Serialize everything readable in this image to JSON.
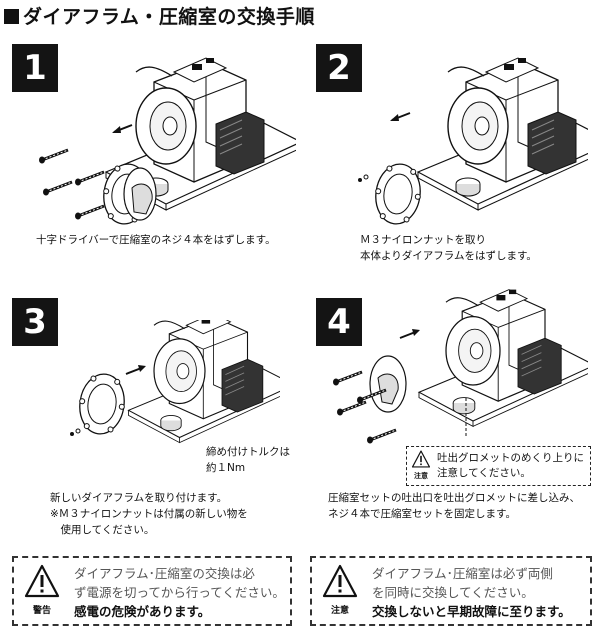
{
  "page": {
    "title": "ダイアフラム・圧縮室の交換手順"
  },
  "steps": [
    {
      "number": "1",
      "caption_lines": [
        "十字ドライバーで圧縮室のネジ４本をはずします。"
      ]
    },
    {
      "number": "2",
      "caption_lines": [
        "Ｍ３ナイロンナットを取り",
        "本体よりダイアフラムをはずします。"
      ]
    },
    {
      "number": "3",
      "callout_lines": [
        "締め付けトルクは",
        "約１Nm"
      ],
      "caption_lines": [
        "新しいダイアフラムを取り付けます。",
        "※Ｍ３ナイロンナットは付属の新しい物を",
        "　使用してください。"
      ]
    },
    {
      "number": "4",
      "note": {
        "label": "注意",
        "lines": [
          "吐出グロメットのめくり上りに",
          "注意してください。"
        ]
      },
      "caption_lines": [
        "圧縮室セットの吐出口を吐出グロメットに差し込み、",
        "ネジ４本で圧縮室セットを固定します。"
      ]
    }
  ],
  "warnings": [
    {
      "label": "警告",
      "lines": [
        {
          "text": "ダイアフラム･圧縮室の交換は必",
          "style": "g"
        },
        {
          "text": "ず電源を切ってから行ってください。",
          "style": "g"
        },
        {
          "text": "感電の危険があります。",
          "style": "b"
        }
      ]
    },
    {
      "label": "注意",
      "lines": [
        {
          "text": "ダイアフラム･圧縮室は必ず両側",
          "style": "g"
        },
        {
          "text": "を同時に交換してください。",
          "style": "g"
        },
        {
          "text": "交換しないと早期故障に至ります。",
          "style": "b"
        }
      ]
    }
  ]
}
